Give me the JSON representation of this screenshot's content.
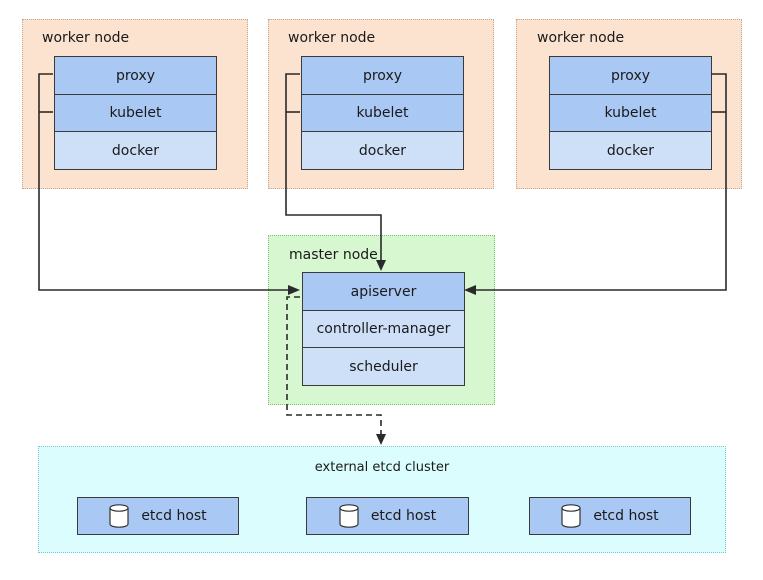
{
  "workers": [
    {
      "title": "worker node",
      "components": [
        "proxy",
        "kubelet",
        "docker"
      ]
    },
    {
      "title": "worker node",
      "components": [
        "proxy",
        "kubelet",
        "docker"
      ]
    },
    {
      "title": "worker node",
      "components": [
        "proxy",
        "kubelet",
        "docker"
      ]
    }
  ],
  "master": {
    "title": "master node",
    "components": [
      "apiserver",
      "controller-manager",
      "scheduler"
    ]
  },
  "etcd": {
    "title": "external etcd cluster",
    "hosts": [
      "etcd host",
      "etcd host",
      "etcd host"
    ],
    "host_icon": "database-icon"
  },
  "colors": {
    "worker_bg": "#fbe3d0",
    "master_bg": "#d6f7cf",
    "etcd_bg": "#dbfdfd",
    "component_dark": "#a9c8f3",
    "component_light": "#cde0f8"
  }
}
